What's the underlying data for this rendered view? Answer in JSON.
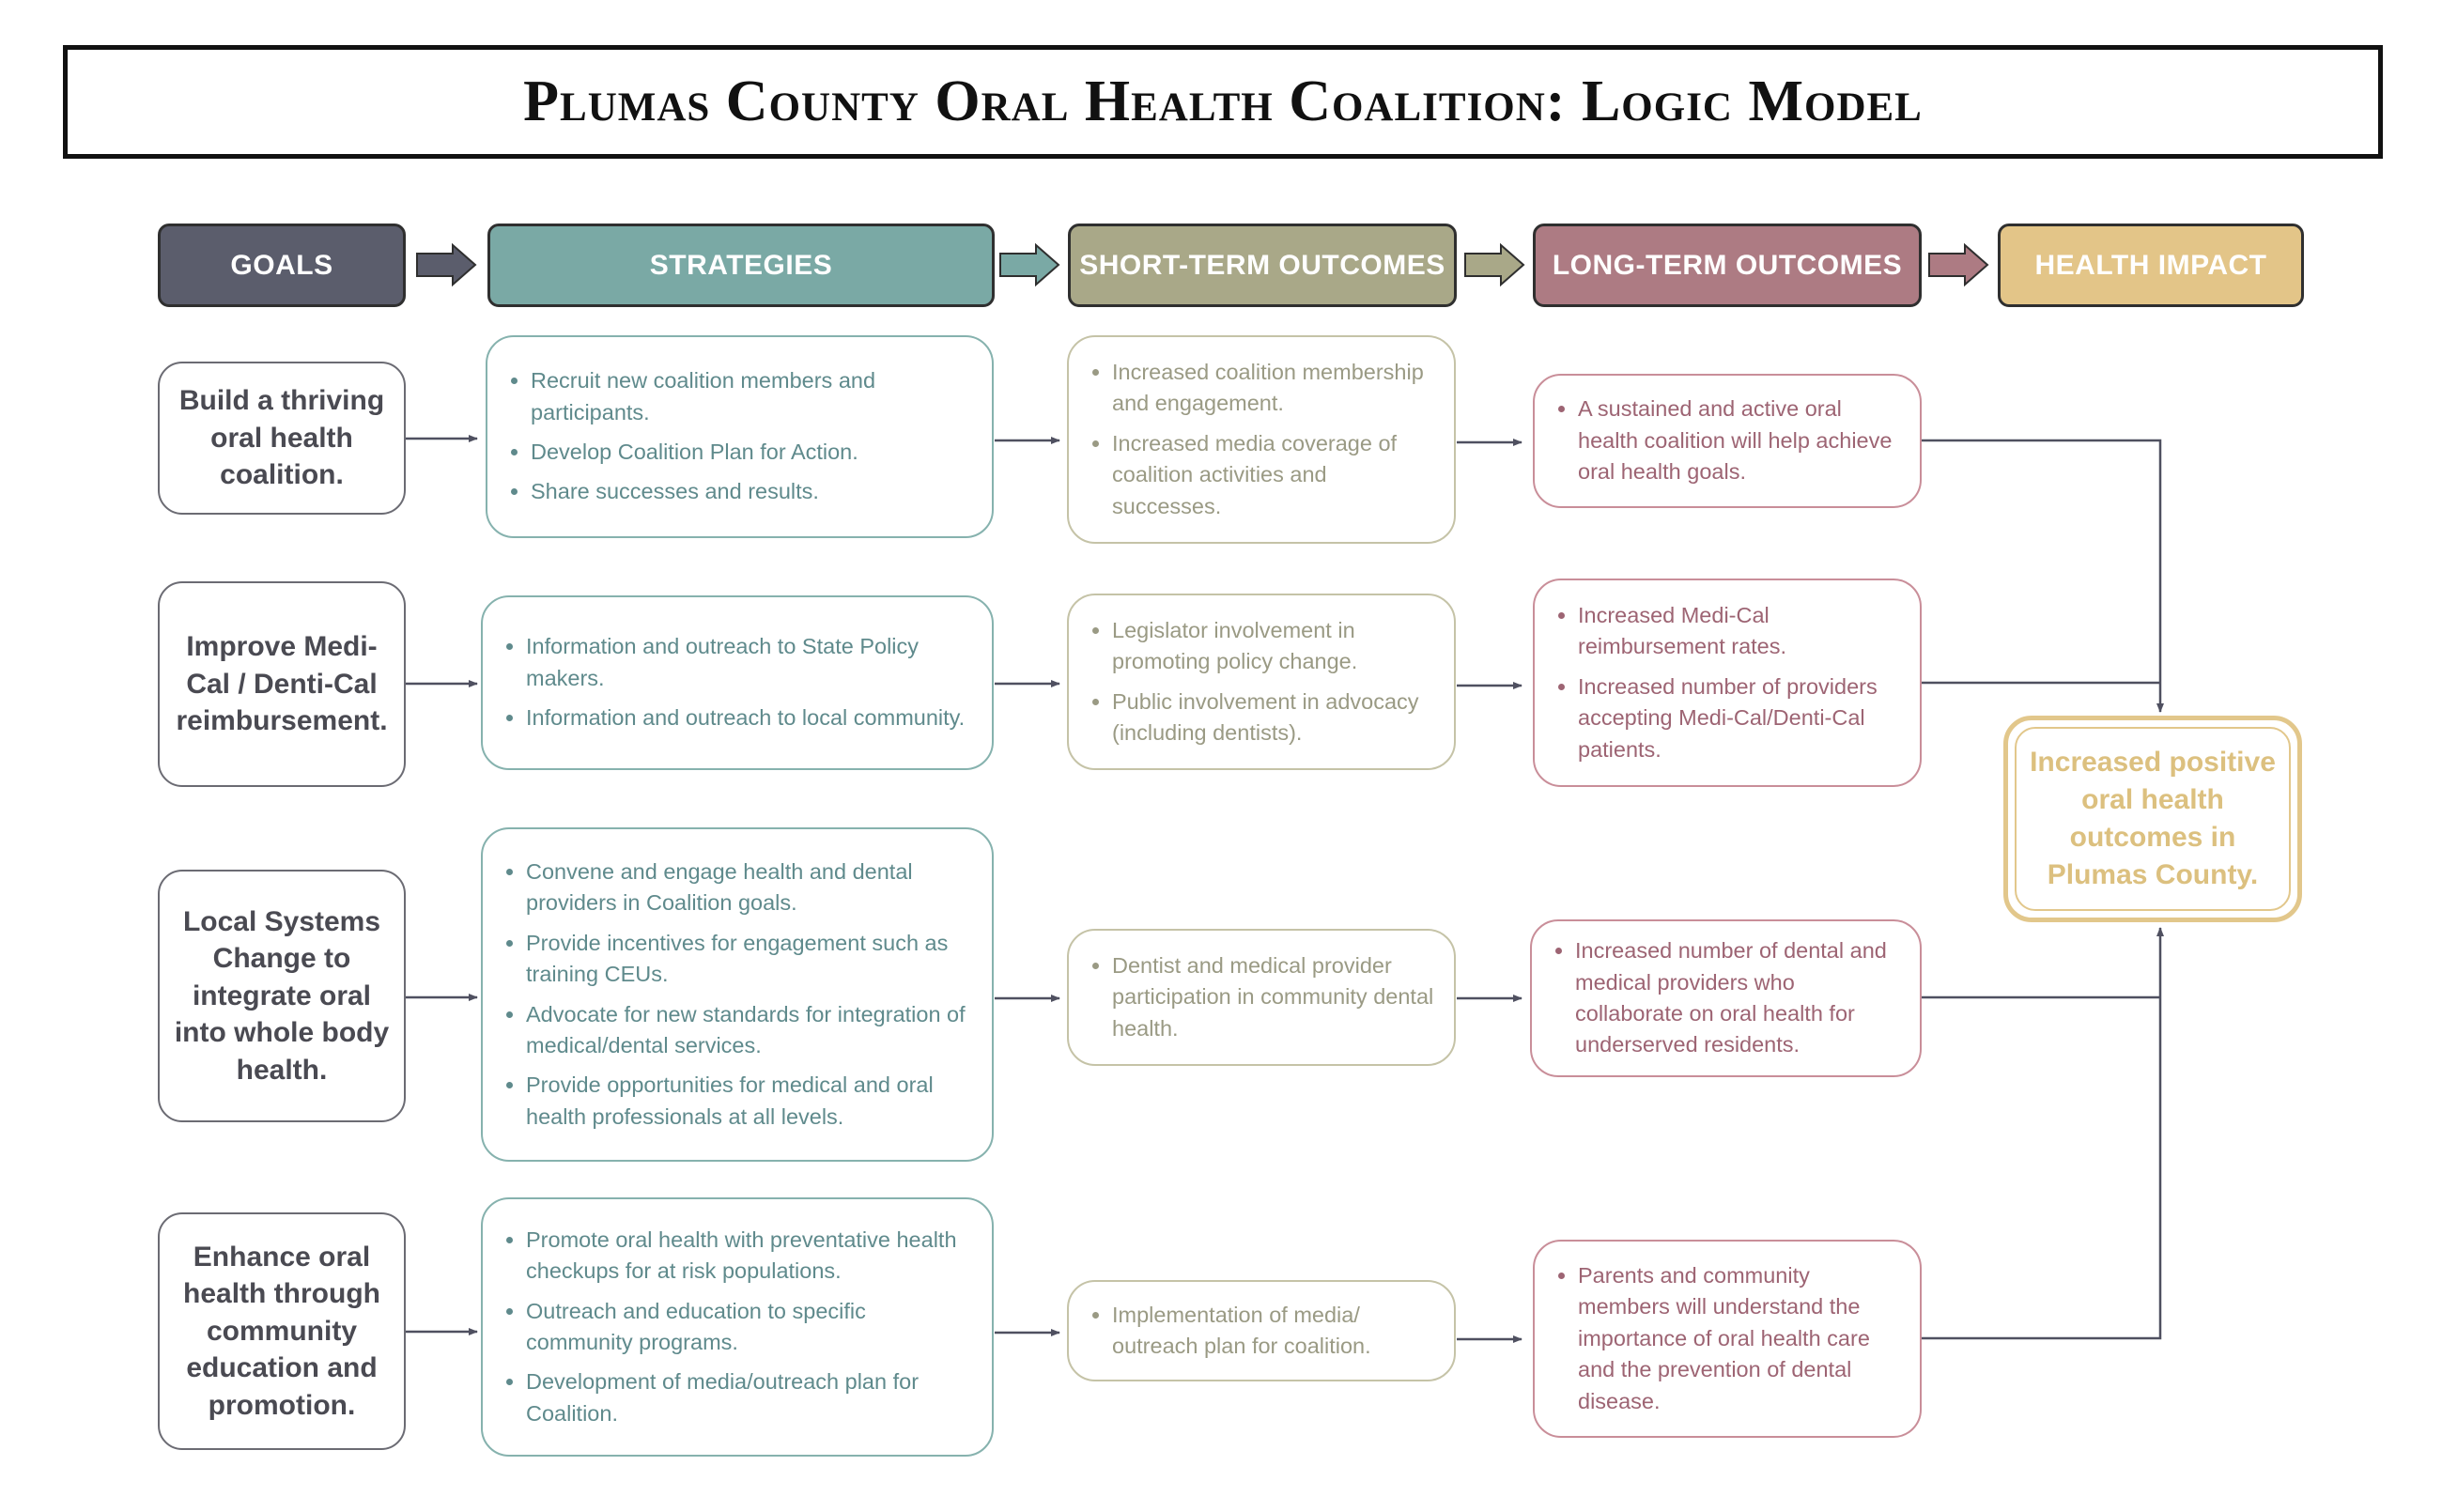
{
  "title": "Plumas County Oral Health Coalition: Logic Model",
  "headers": {
    "goals": "GOALS",
    "strategies": "STRATEGIES",
    "short_term": "SHORT-TERM OUTCOMES",
    "long_term": "LONG-TERM OUTCOMES",
    "impact": "HEALTH IMPACT"
  },
  "header_colors": {
    "goals": "#5b5d6c",
    "strategies": "#7aa9a5",
    "short_term": "#a9a888",
    "long_term": "#ad7b83",
    "impact": "#e3c588"
  },
  "rows": [
    {
      "goal": "Build a thriving oral health coalition.",
      "strategies": [
        "Recruit new coalition members and participants.",
        "Develop Coalition Plan for Action.",
        "Share successes and results."
      ],
      "short_term": [
        "Increased coalition membership and engagement.",
        "Increased media coverage of coalition activities and successes."
      ],
      "long_term": [
        "A sustained and active oral health coalition will help achieve oral health goals."
      ]
    },
    {
      "goal": "Improve Medi-Cal / Denti-Cal reimbursement.",
      "strategies": [
        "Information and outreach to State Policy makers.",
        "Information and outreach to local community."
      ],
      "short_term": [
        "Legislator involvement in promoting policy change.",
        "Public involvement in advocacy (including dentists)."
      ],
      "long_term": [
        "Increased Medi-Cal reimbursement rates.",
        "Increased number of providers accepting Medi-Cal/Denti-Cal patients."
      ]
    },
    {
      "goal": "Local Systems Change to integrate oral into whole body health.",
      "strategies": [
        "Convene and engage health and dental providers in Coalition goals.",
        "Provide incentives for engagement such as training CEUs.",
        "Advocate for new standards for integration of medical/dental services.",
        "Provide opportunities for medical and oral health professionals at all levels."
      ],
      "short_term": [
        "Dentist and medical provider participation in community dental health."
      ],
      "long_term": [
        "Increased number of dental and medical providers who collaborate on oral health for underserved residents."
      ]
    },
    {
      "goal": "Enhance oral health through community education and promotion.",
      "strategies": [
        "Promote oral health with preventative health checkups for at risk populations.",
        "Outreach and education to specific community programs.",
        "Development of media/outreach plan for Coalition."
      ],
      "short_term": [
        "Implementation of media/ outreach plan for coalition."
      ],
      "long_term": [
        "Parents and community members will understand the importance of oral health care and the prevention of dental disease."
      ]
    }
  ],
  "impact": "Increased positive oral health outcomes in Plumas County."
}
